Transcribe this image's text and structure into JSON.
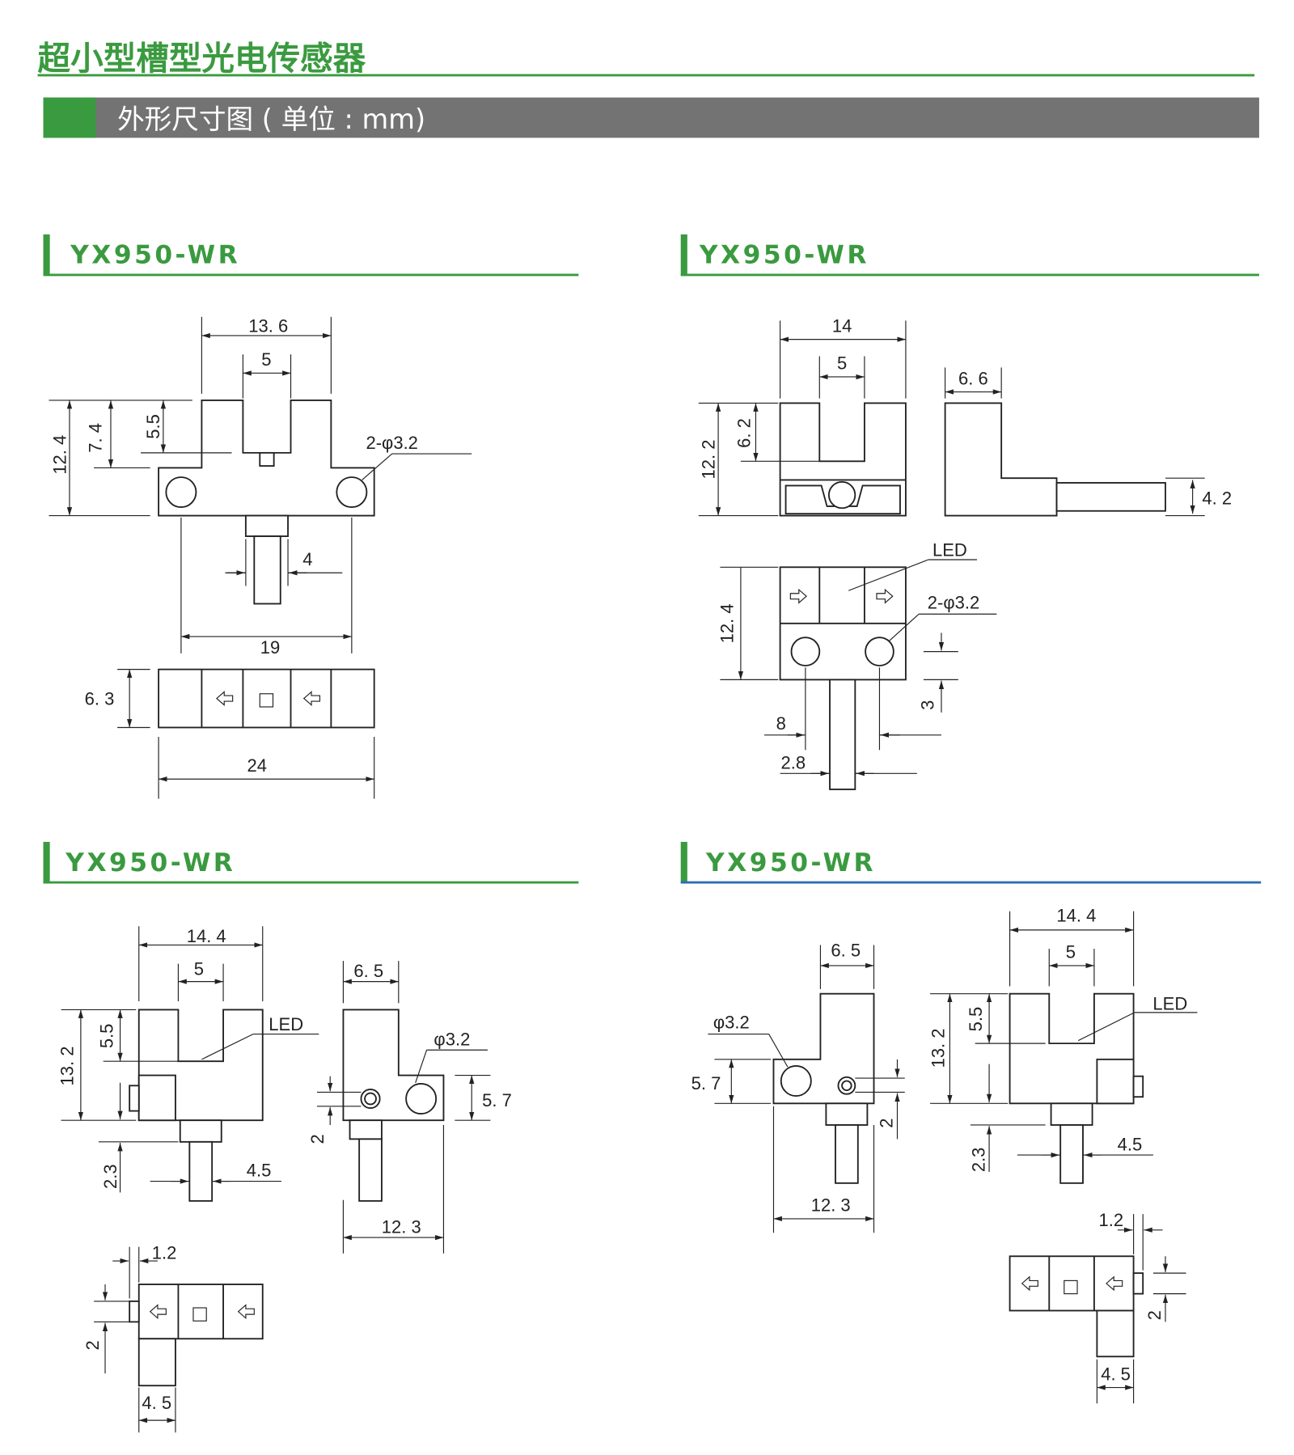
{
  "page": {
    "title": "超小型槽型光电传感器",
    "subtitle": "外形尺寸图 ( 单位 : mm)",
    "colors": {
      "accent": "#3a9a3f",
      "bar": "#737373",
      "blue_rule": "#2d6db5"
    }
  },
  "sections": [
    {
      "title": "YX950-WR",
      "dims": {
        "a": "13. 6",
        "b": "5",
        "c": "12. 4",
        "d": "7. 4",
        "e": "5.5",
        "f": "2-φ3.2",
        "g": "4",
        "h": "19",
        "i": "6. 3",
        "j": "24"
      }
    },
    {
      "title": "YX950-WR",
      "dims": {
        "a": "14",
        "b": "5",
        "c": "12. 2",
        "d": "6. 2",
        "e": "6. 6",
        "f": "4. 2",
        "g": "LED",
        "h": "2-φ3.2",
        "i": "12. 4",
        "j": "3",
        "k": "8",
        "l": "2.8"
      }
    },
    {
      "title": "YX950-WR",
      "dims": {
        "a": "14. 4",
        "b": "5",
        "c": "13. 2",
        "d": "5.5",
        "e": "LED",
        "f": "2.3",
        "g": "4.5",
        "h": "6. 5",
        "i": "φ3.2",
        "j": "5. 7",
        "k": "2",
        "l": "12. 3",
        "m": "1.2",
        "n": "2",
        "o": "4. 5"
      }
    },
    {
      "title": "YX950-WR",
      "dims": {
        "a": "6. 5",
        "b": "φ3.2",
        "c": "5. 7",
        "d": "2",
        "e": "12. 3",
        "f": "14. 4",
        "g": "5",
        "h": "13. 2",
        "i": "5.5",
        "j": "LED",
        "k": "2.3",
        "l": "4.5",
        "m": "1.2",
        "n": "2",
        "o": "4. 5"
      }
    }
  ]
}
